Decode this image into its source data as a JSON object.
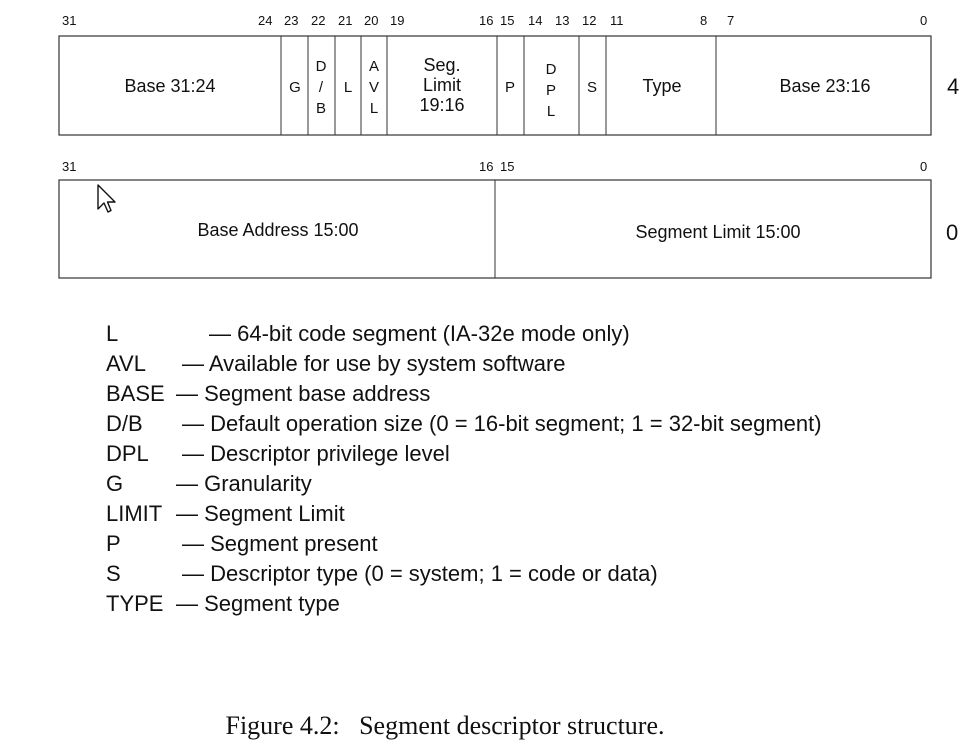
{
  "upper_word": {
    "row_label": "4",
    "bit_labels": [
      "31",
      "24",
      "23",
      "22",
      "21",
      "20",
      "19",
      "16",
      "15",
      "14",
      "13",
      "12",
      "11",
      "8",
      "7",
      "0"
    ],
    "fields": [
      {
        "lines": [
          "Base 31:24"
        ]
      },
      {
        "lines": [
          "G"
        ]
      },
      {
        "lines": [
          "D",
          "/",
          "B"
        ]
      },
      {
        "lines": [
          "L"
        ]
      },
      {
        "lines": [
          "A",
          "V",
          "L"
        ]
      },
      {
        "lines": [
          "Seg.",
          "Limit",
          "19:16"
        ]
      },
      {
        "lines": [
          "P"
        ]
      },
      {
        "lines": [
          "D",
          "P",
          "L"
        ]
      },
      {
        "lines": [
          "S"
        ]
      },
      {
        "lines": [
          "Type"
        ]
      },
      {
        "lines": [
          "Base 23:16"
        ]
      }
    ]
  },
  "lower_word": {
    "row_label": "0",
    "bit_labels": [
      "31",
      "16",
      "15",
      "0"
    ],
    "fields": [
      {
        "lines": [
          "Base Address 15:00"
        ]
      },
      {
        "lines": [
          "Segment Limit 15:00"
        ]
      }
    ]
  },
  "legend": [
    {
      "abbr": "L",
      "desc": "— 64-bit code segment (IA-32e mode only)"
    },
    {
      "abbr": "AVL",
      "desc": "— Available for use by system software"
    },
    {
      "abbr": "BASE",
      "desc": "— Segment base address"
    },
    {
      "abbr": "D/B",
      "desc": "— Default operation size (0 = 16-bit segment; 1 = 32-bit segment)"
    },
    {
      "abbr": "DPL",
      "desc": "— Descriptor privilege level"
    },
    {
      "abbr": "G",
      "desc": "— Granularity"
    },
    {
      "abbr": "LIMIT",
      "desc": "— Segment Limit"
    },
    {
      "abbr": "P",
      "desc": "— Segment present"
    },
    {
      "abbr": "S",
      "desc": "— Descriptor type (0 = system; 1 = code or data)"
    },
    {
      "abbr": "TYPE",
      "desc": "— Segment type"
    }
  ],
  "caption": "Figure 4.2:   Segment descriptor structure.",
  "icons": {
    "cursor": "mouse-pointer-arrow-icon"
  }
}
